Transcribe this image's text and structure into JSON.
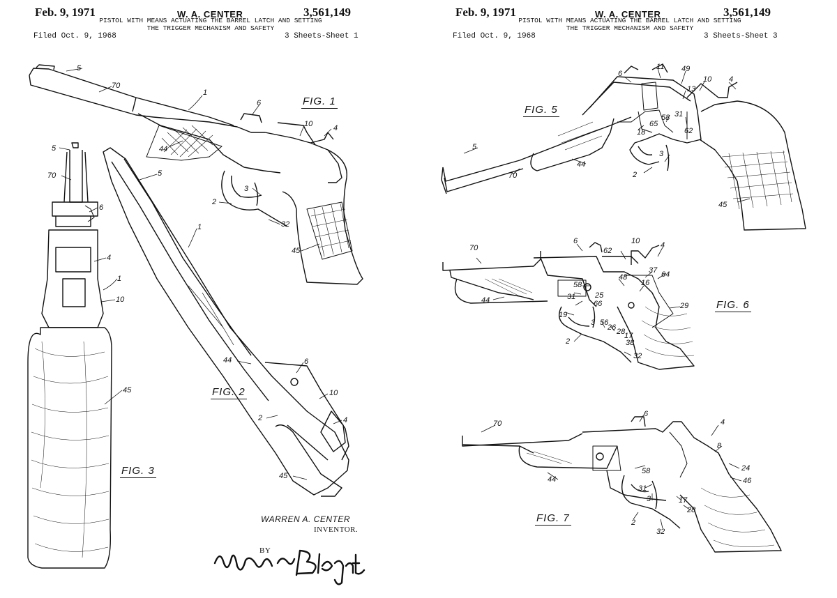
{
  "sheets": [
    {
      "date": "Feb. 9, 1971",
      "inventor": "W. A. CENTER",
      "patent_number": "3,561,149",
      "title_line1": "PISTOL WITH MEANS ACTUATING THE BARREL LATCH AND SETTING",
      "title_line2": "THE TRIGGER MECHANISM AND SAFETY",
      "filed": "Filed Oct. 9, 1968",
      "sheet_info": "3 Sheets-Sheet 1",
      "figures": [
        {
          "label": "FIG. 1",
          "refs": [
            "5",
            "70",
            "1",
            "6",
            "10",
            "4",
            "44",
            "3",
            "2",
            "32",
            "45"
          ]
        },
        {
          "label": "FIG. 2",
          "refs": [
            "5",
            "1",
            "44",
            "6",
            "10",
            "2",
            "4",
            "45"
          ]
        },
        {
          "label": "FIG. 3",
          "refs": [
            "5",
            "70",
            "6",
            "4",
            "1",
            "10",
            "45"
          ]
        }
      ],
      "inventor_signature": "WARREN A. CENTER",
      "inventor_role": "INVENTOR.",
      "by_label": "BY",
      "attorney_signature": "Marvin S. Blodgett"
    },
    {
      "date": "Feb. 9, 1971",
      "inventor": "W. A. CENTER",
      "patent_number": "3,561,149",
      "title_line1": "PISTOL WITH MEANS ACTUATING THE BARREL LATCH AND SETTING",
      "title_line2": "THE TRIGGER MECHANISM AND SAFETY",
      "filed": "Filed Oct. 9, 1968",
      "sheet_info": "3 Sheets-Sheet 3",
      "figures": [
        {
          "label": "FIG. 5",
          "refs": [
            "6",
            "11",
            "49",
            "10",
            "4",
            "13",
            "58",
            "31",
            "65",
            "62",
            "18",
            "5",
            "3",
            "44",
            "70",
            "2",
            "45"
          ]
        },
        {
          "label": "FIG. 6",
          "refs": [
            "6",
            "62",
            "10",
            "4",
            "70",
            "37",
            "64",
            "58",
            "48",
            "16",
            "44",
            "31",
            "25",
            "66",
            "29",
            "19",
            "3",
            "56",
            "26",
            "28",
            "17",
            "38",
            "2",
            "32"
          ]
        },
        {
          "label": "FIG. 7",
          "refs": [
            "70",
            "6",
            "4",
            "8",
            "24",
            "46",
            "44",
            "58",
            "31",
            "3",
            "17",
            "28",
            "2",
            "32"
          ]
        }
      ]
    }
  ],
  "colors": {
    "ink": "#111111",
    "paper": "#ffffff"
  }
}
